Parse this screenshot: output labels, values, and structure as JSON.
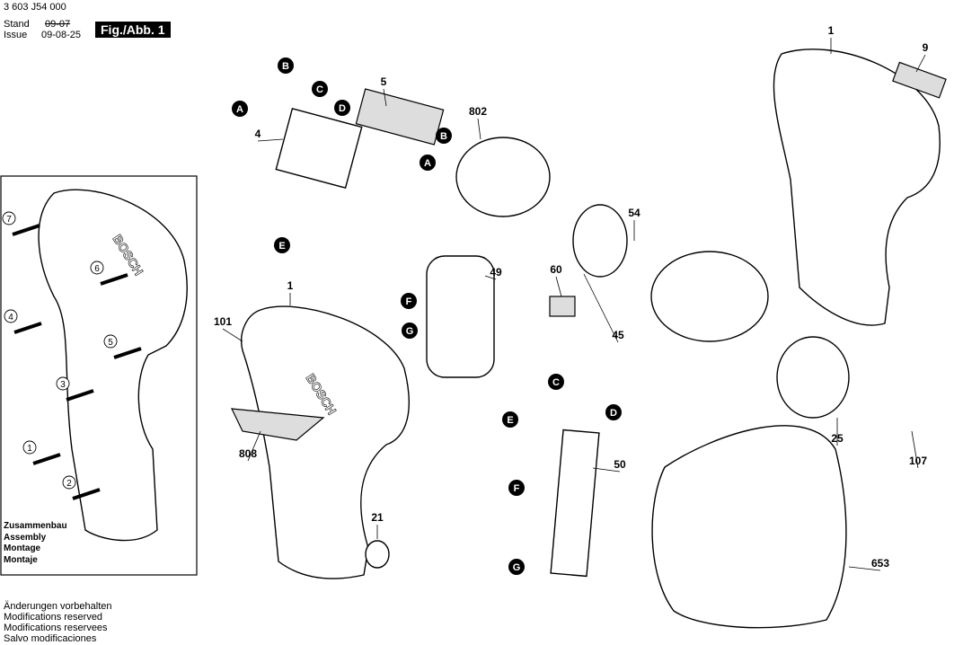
{
  "header": {
    "doc_number": "3 603 J54 000",
    "stand_label": "Stand",
    "stand_date": "09-07",
    "issue_label": "Issue",
    "issue_date": "09-08-25",
    "figure_label": "Fig./Abb. 1"
  },
  "assembly_panel": {
    "labels": [
      "Zusammenbau",
      "Assembly",
      "Montage",
      "Montaje"
    ],
    "steps": [
      "7",
      "6",
      "4",
      "5",
      "3",
      "1",
      "2"
    ]
  },
  "footer": {
    "lines": [
      "Änderungen vorbehalten",
      "Modifications reserved",
      "Modifications reservees",
      "Salvo modificaciones"
    ]
  },
  "part_numbers": [
    "1",
    "1",
    "9",
    "5",
    "802",
    "4",
    "54",
    "60",
    "49",
    "45",
    "101",
    "808",
    "21",
    "50",
    "25",
    "107",
    "653"
  ],
  "connector_letters": [
    "B",
    "C",
    "A",
    "D",
    "E",
    "B",
    "A",
    "F",
    "G",
    "C",
    "D",
    "E",
    "F",
    "G"
  ],
  "brand_text": [
    "BOSCH",
    "BOSCH"
  ]
}
